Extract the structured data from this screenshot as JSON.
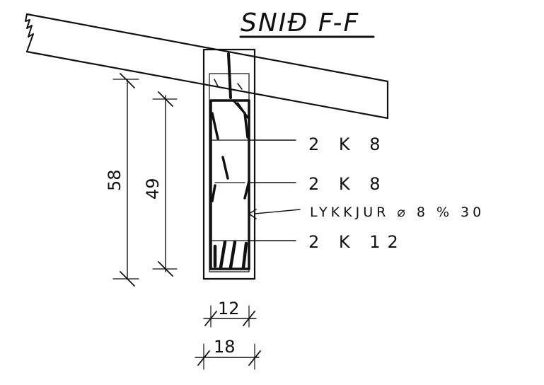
{
  "title": "SNIÐ F-F",
  "rebar_labels": {
    "top": "2 K 8",
    "middle": "2 K 8",
    "stirrups": "LYKKJUR ⌀ 8 % 30",
    "bottom": "2 K 12"
  },
  "dimensions": {
    "total_height": "58",
    "inner_height": "49",
    "inner_width": "12",
    "total_width": "18"
  },
  "colors": {
    "ink": "#111111",
    "paper": "#ffffff"
  }
}
